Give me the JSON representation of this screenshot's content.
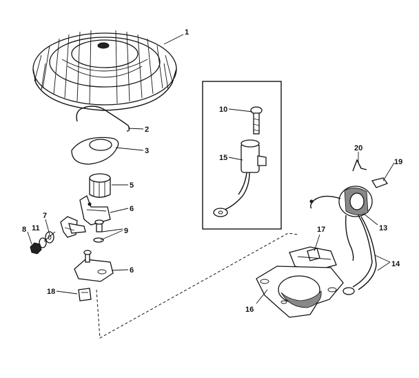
{
  "labels": {
    "flywheel": "1",
    "spring": "2",
    "cam_cover": "3",
    "cam": "5",
    "bracket_upper": "6",
    "bracket_lower": "6",
    "washer": "7",
    "nut": "8",
    "screw_washer": "9",
    "bolt": "10",
    "lock_washer": "11",
    "coil": "13",
    "leads": "14",
    "condenser": "15",
    "stator_plate": "16",
    "points_box": "17",
    "clip": "18",
    "magnet_block": "19",
    "wire_clip": "20"
  }
}
